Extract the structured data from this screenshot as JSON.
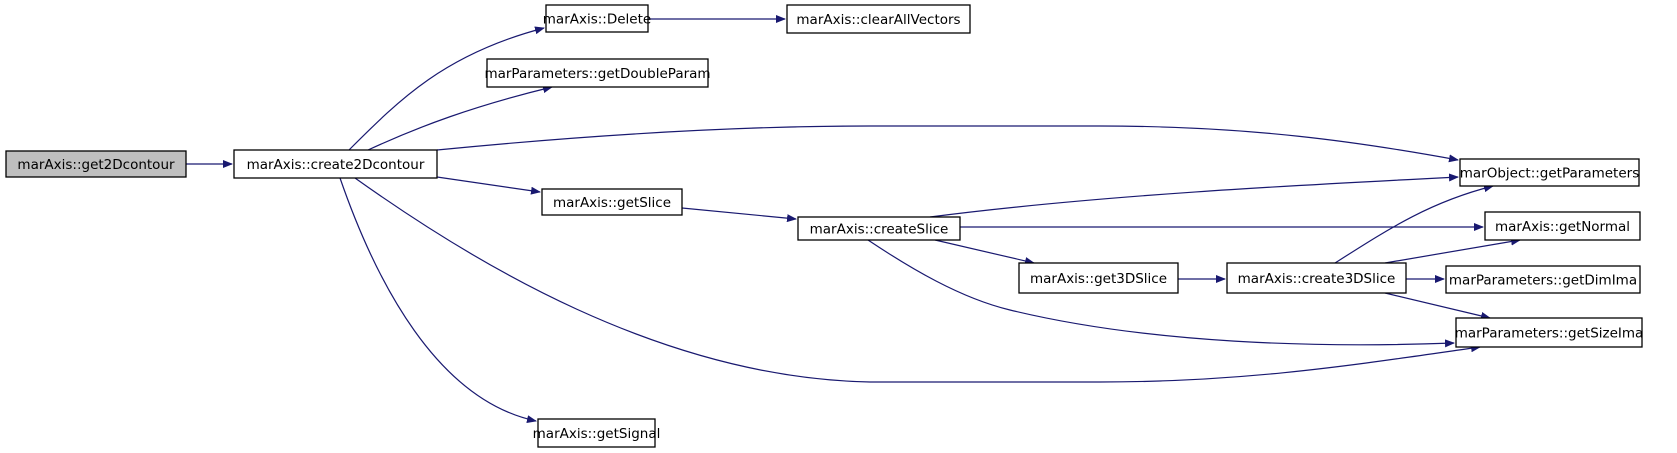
{
  "graph": {
    "nodes": [
      {
        "id": "get2Dcontour",
        "label": "marAxis::get2Dcontour",
        "root": true
      },
      {
        "id": "create2Dcontour",
        "label": "marAxis::create2Dcontour"
      },
      {
        "id": "Delete",
        "label": "marAxis::Delete"
      },
      {
        "id": "clearAllVectors",
        "label": "marAxis::clearAllVectors"
      },
      {
        "id": "getDoubleParam",
        "label": "marParameters::getDoubleParam"
      },
      {
        "id": "getParameters",
        "label": "marObject::getParameters"
      },
      {
        "id": "getSlice",
        "label": "marAxis::getSlice"
      },
      {
        "id": "createSlice",
        "label": "marAxis::createSlice"
      },
      {
        "id": "getNormal",
        "label": "marAxis::getNormal"
      },
      {
        "id": "get3DSlice",
        "label": "marAxis::get3DSlice"
      },
      {
        "id": "create3DSlice",
        "label": "marAxis::create3DSlice"
      },
      {
        "id": "getDimIma",
        "label": "marParameters::getDimIma"
      },
      {
        "id": "getSizeIma",
        "label": "marParameters::getSizeIma"
      },
      {
        "id": "getSignal",
        "label": "marAxis::getSignal"
      }
    ],
    "edges": [
      {
        "from": "get2Dcontour",
        "to": "create2Dcontour"
      },
      {
        "from": "create2Dcontour",
        "to": "Delete"
      },
      {
        "from": "Delete",
        "to": "clearAllVectors"
      },
      {
        "from": "create2Dcontour",
        "to": "getDoubleParam"
      },
      {
        "from": "create2Dcontour",
        "to": "getParameters"
      },
      {
        "from": "create2Dcontour",
        "to": "getSlice"
      },
      {
        "from": "create2Dcontour",
        "to": "getSizeIma"
      },
      {
        "from": "create2Dcontour",
        "to": "getSignal"
      },
      {
        "from": "getSlice",
        "to": "createSlice"
      },
      {
        "from": "createSlice",
        "to": "getParameters"
      },
      {
        "from": "createSlice",
        "to": "getNormal"
      },
      {
        "from": "createSlice",
        "to": "get3DSlice"
      },
      {
        "from": "createSlice",
        "to": "getSizeIma"
      },
      {
        "from": "get3DSlice",
        "to": "create3DSlice"
      },
      {
        "from": "create3DSlice",
        "to": "getParameters"
      },
      {
        "from": "create3DSlice",
        "to": "getNormal"
      },
      {
        "from": "create3DSlice",
        "to": "getDimIma"
      },
      {
        "from": "create3DSlice",
        "to": "getSizeIma"
      }
    ],
    "colors": {
      "edge": "#191970",
      "root_fill": "#bfbfbf",
      "node_fill": "#ffffff"
    }
  }
}
